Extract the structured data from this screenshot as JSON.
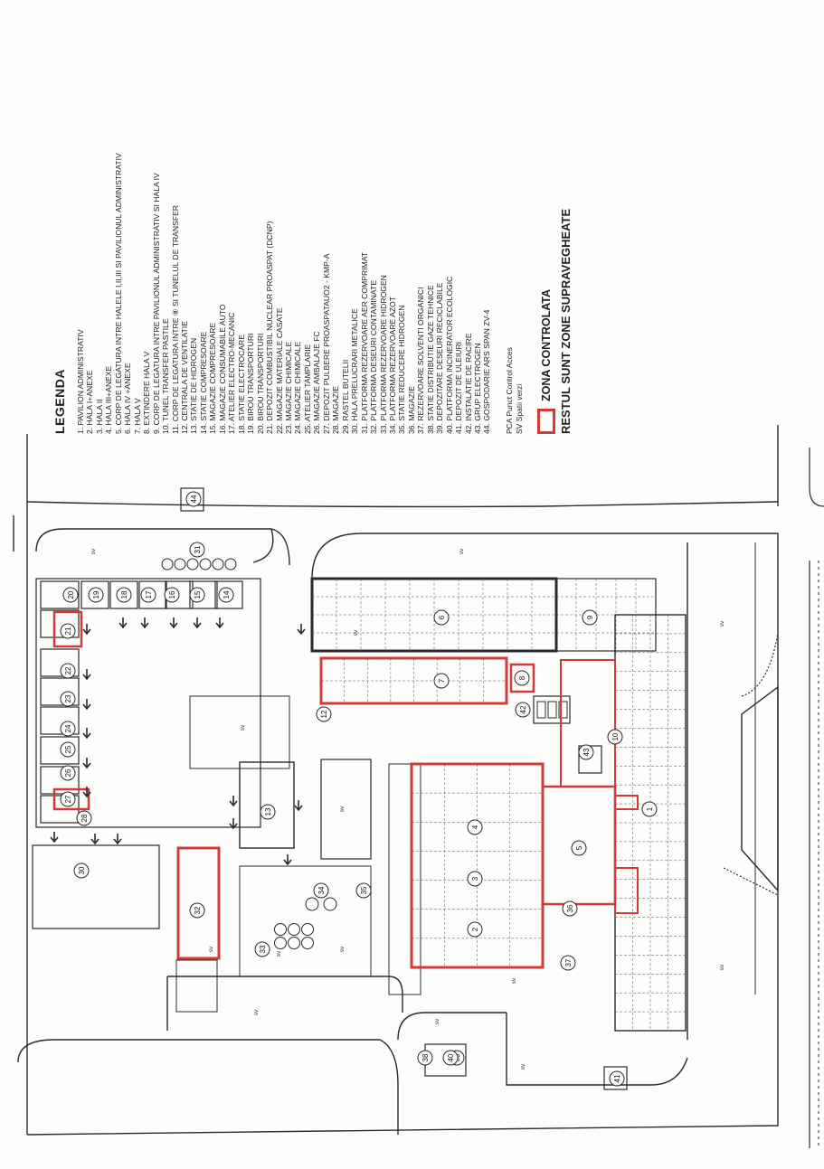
{
  "legend": {
    "title": "LEGENDA",
    "items": [
      "1. PAVILION ADMINISTRATIV",
      "2. HALA I+ANEXE",
      "3. HALA II",
      "4. HALA III+ANEXE",
      "5. CORP DE LEGATURA INTRE HALELE I,II,III SI PAVILIONUL ADMINISTRATIV",
      "6. HALA IV +ANEXE",
      "7. HALA V",
      "8. EXTINDERE HALA V",
      "9. CORP DE LEGATURA INTRE PAVILIONUL ADMINISTRATIV SI HALA IV",
      "10. TUNEL TRANSFER PASTILE",
      "11. CORP DE LEGATURA INTRE ⑧ SI TUNELUL DE TRANSFER",
      "12. CENTRALA DE VENTILATIE",
      "13. STATIE DE HIDROGEN",
      "14. STATIE COMPRESOARE",
      "15. MAGAZIE COMPRESOARE",
      "16. MAGAZIE CONSUMABILE AUTO",
      "17. ATELIER ELECTRO-MECANIC",
      "18. STATIE ELECTROCARE",
      "19. BIROU TRANSPORTURI",
      "20. BIROU TRANSPORTURI",
      "21. DEPOZIT COMBUSTIBIL NUCLEAR PROASPAT (DCNP)",
      "22. MAGAZIE MATERIALE CASATE",
      "23. MAGAZIE CHIMICALE",
      "24. MAGAZIE CHIMICALE",
      "25. ATELIER TAMPLARIE",
      "26. MAGAZIE AMBALAJE FC",
      "27. DEPOZIT PULBERE PROASPATAUO2 - KMP-A",
      "28. MAGAZIE",
      "29. RASTEL BUTELII",
      "30. HALA PRELUCRARI METALICE",
      "31. PLATFORMA REZERVOARE AER COMPRIMAT",
      "32. PLATFORMA DESEURI CONTAMINATE",
      "33. PLATFORMA REZERVOARE HIDROGEN",
      "34. PLATFORMA REZERVOARE AZOT",
      "35. STATIE REDUCERE HIDROGEN",
      "36. MAGAZIE",
      "37. REZERVOARE SOLVENTI ORGANICI",
      "38. STATIE DISTRIBUTIE GAZE TEHNICE",
      "39. DEPOZITARE DESEURI RECICLABILE",
      "40. PLATFORMA INCINERATOR ECOLOGIC",
      "41. DEPOZIT DE ULEIURI",
      "42. INSTALATIE DE RACIRE",
      "43. GRUP ELECTROGEN",
      "44. GOSPODARIE ARS SPAN ZV-4"
    ],
    "abbreviations": [
      "PCA  Punct Control Acces",
      "SV   Spatii verzi"
    ],
    "zone_label": "ZONA CONTROLATA",
    "rest_label": "RESTUL SUNT ZONE SUPRAVEGHEATE"
  },
  "colors": {
    "line": "#2a2a2a",
    "controlled": "#d23a3a",
    "paper": "#fdfdfb"
  },
  "map": {
    "green_label": "sv",
    "numbers": [
      "1",
      "2",
      "3",
      "4",
      "5",
      "6",
      "7",
      "8",
      "9",
      "10",
      "12",
      "13",
      "14",
      "15",
      "16",
      "17",
      "18",
      "19",
      "20",
      "21",
      "22",
      "23",
      "24",
      "25",
      "26",
      "27",
      "28",
      "30",
      "31",
      "32",
      "33",
      "34",
      "35",
      "36",
      "37",
      "38",
      "39",
      "40",
      "41",
      "42",
      "43",
      "44"
    ]
  }
}
